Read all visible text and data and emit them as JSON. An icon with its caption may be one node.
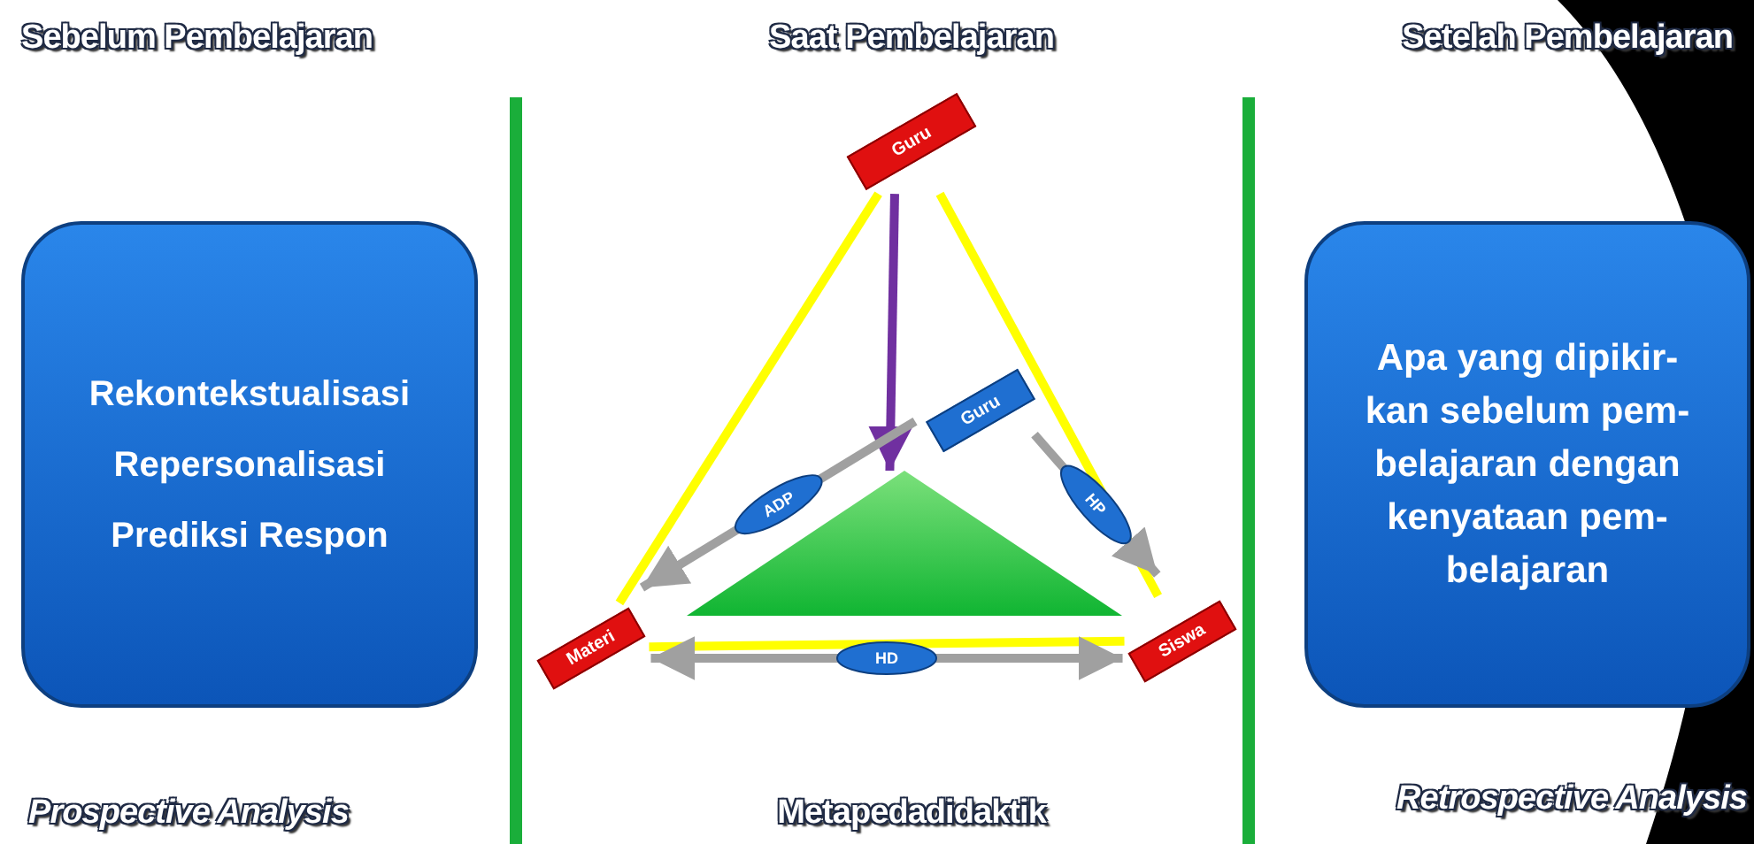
{
  "diagram": {
    "nodes": [
      {
        "text": [
          "Rekontekstualisasi",
          "Repersonalisasi",
          "Prediksi Respon"
        ]
      },
      {
        "text": [
          "Guru"
        ]
      },
      {
        "text": [
          "Guru"
        ]
      },
      {
        "text": [
          "Materi"
        ]
      },
      {
        "text": [
          "Siswa"
        ]
      },
      {
        "text": [],
        "shape": "triangle"
      },
      {
        "text": [
          "Apa yang dipikir- kan sebelum pem- belajaran dengan kenyataan pem- belajaran"
        ]
      }
    ],
    "edges": [
      {
        "from": 1,
        "to": 3,
        "arrow": "none",
        "color": "#ffff00"
      },
      {
        "from": 1,
        "to": 4,
        "arrow": "none",
        "color": "#ffff00"
      },
      {
        "from": 3,
        "to": 4,
        "arrow": "none",
        "color": "#ffff00"
      },
      {
        "from": 1,
        "to": 5,
        "arrow": "to",
        "color": "#7030a0"
      },
      {
        "from": 2,
        "to": 3,
        "arrow": "to",
        "label": "ADP",
        "color": "#a0a0a0"
      },
      {
        "from": 2,
        "to": 4,
        "arrow": "to",
        "label": "HP",
        "color": "#a0a0a0"
      },
      {
        "from": 3,
        "to": 4,
        "arrow": "both",
        "label": "HD",
        "color": "#a0a0a0"
      }
    ],
    "labels": [
      "Sebelum Pembelajaran",
      "Saat Pembelajaran",
      "Setelah Pembelajaran",
      "Prospective Analysis",
      "Metapedadidaktik",
      "Retrospective Analysis"
    ]
  }
}
